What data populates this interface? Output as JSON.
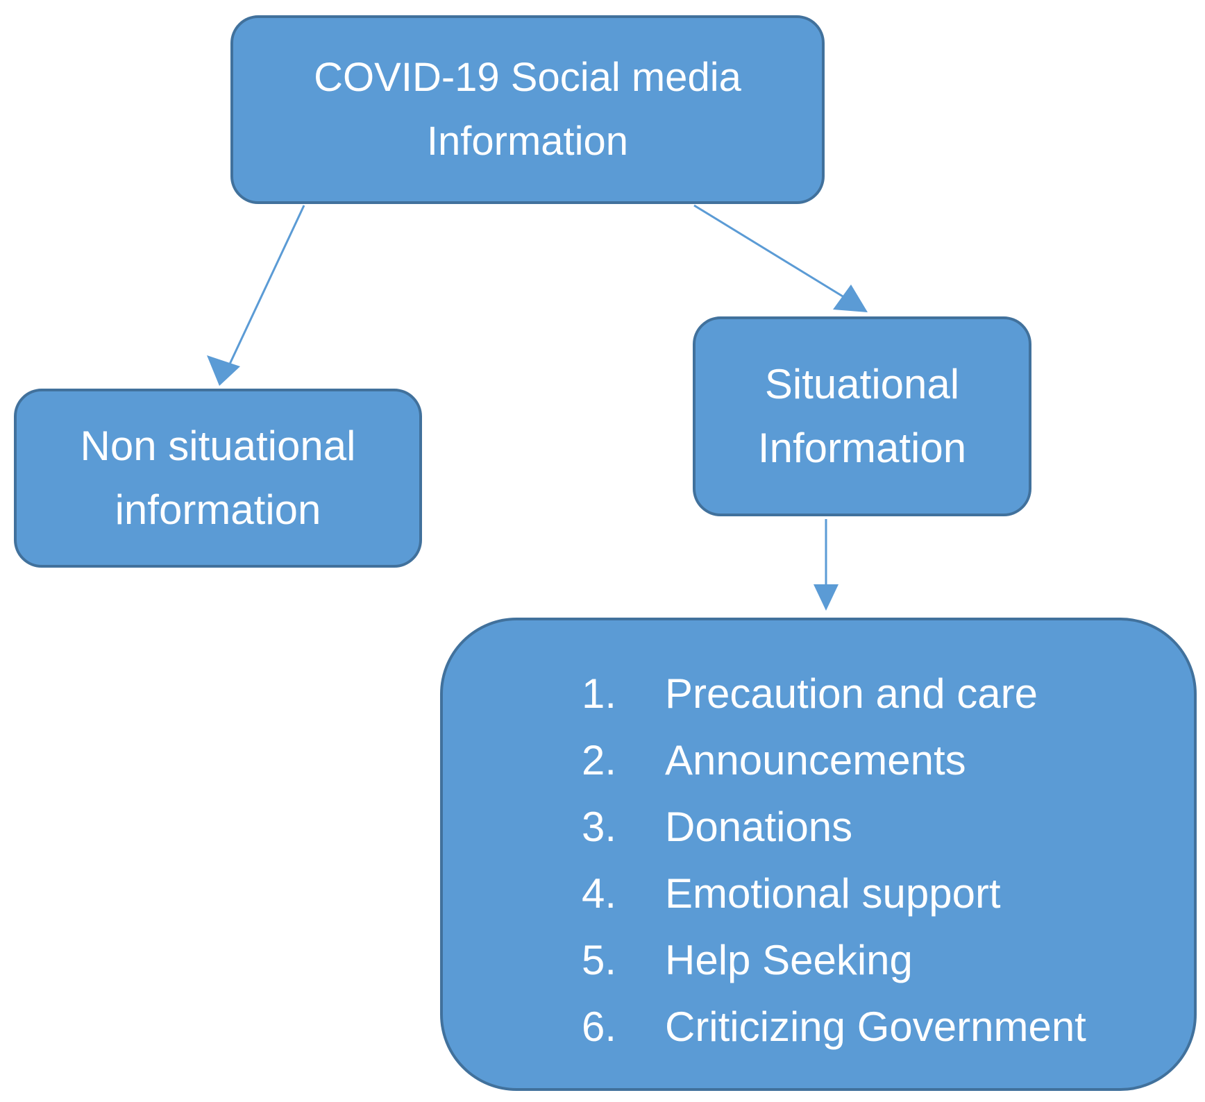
{
  "colors": {
    "box_fill": "#5b9bd5",
    "box_border": "#41719c",
    "arrow": "#5b9bd5",
    "text": "#ffffff"
  },
  "root": {
    "line1": "COVID-19 Social media",
    "line2": "Information"
  },
  "non_situational": {
    "line1": "Non situational",
    "line2": "information"
  },
  "situational": {
    "line1": "Situational",
    "line2": "Information"
  },
  "categories": [
    {
      "num": "1.",
      "label": "Precaution and care"
    },
    {
      "num": "2.",
      "label": "Announcements"
    },
    {
      "num": "3.",
      "label": "Donations"
    },
    {
      "num": "4.",
      "label": "Emotional support"
    },
    {
      "num": "5.",
      "label": "Help Seeking"
    },
    {
      "num": "6.",
      "label": "Criticizing Government"
    }
  ]
}
